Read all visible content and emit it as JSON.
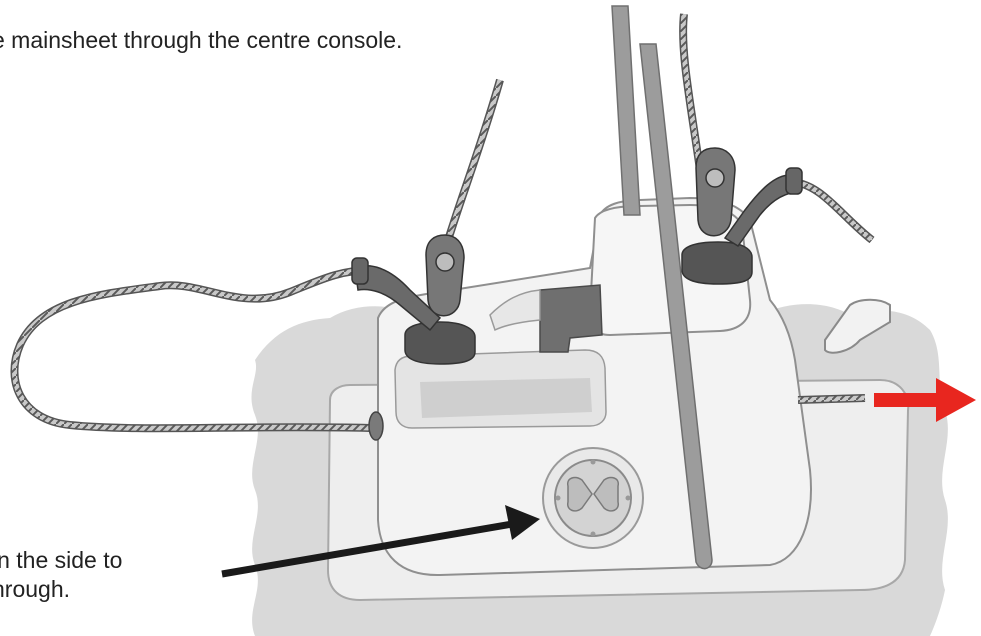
{
  "captions": {
    "top": "e mainsheet through the centre console.",
    "bottom_line1": "in the side to",
    "bottom_line2": "hrough."
  },
  "colors": {
    "shadow": "#d7d7d7",
    "hull": "#f1f1f1",
    "hull_stroke": "#9a9a9a",
    "mast": "#9a9a9a",
    "block": "#5a5a5a",
    "arrow_black": "#1a1a1a",
    "arrow_red": "#e8261f"
  },
  "icons": {
    "left_block": "pulley-block-icon",
    "right_block": "pulley-block-icon",
    "hatch": "inspection-hatch-icon",
    "exit_arrow": "red-arrow-icon"
  }
}
